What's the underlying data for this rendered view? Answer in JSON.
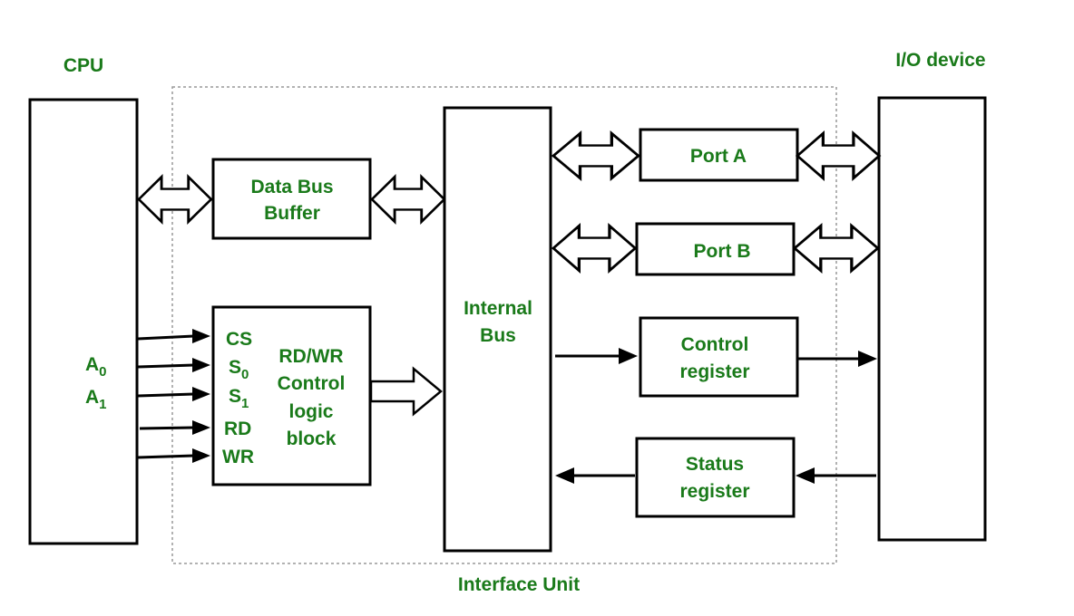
{
  "colors": {
    "label": "#1a7a1a",
    "stroke": "#000000",
    "frame": "#999999",
    "background": "#ffffff"
  },
  "cpu": {
    "title": "CPU",
    "pin_a0": "A",
    "pin_a0_sub": "0",
    "pin_a1": "A",
    "pin_a1_sub": "1"
  },
  "io": {
    "title": "I/O device"
  },
  "interface_unit": {
    "label": "Interface Unit"
  },
  "data_bus_buffer": {
    "line1": "Data Bus",
    "line2": "Buffer"
  },
  "control_logic": {
    "signals": {
      "cs": "CS",
      "s0": "S",
      "s0_sub": "0",
      "s1": "S",
      "s1_sub": "1",
      "rd": "RD",
      "wr": "WR"
    },
    "line1": "RD/WR",
    "line2": "Control",
    "line3": "logic",
    "line4": "block"
  },
  "internal_bus": {
    "line1": "Internal",
    "line2": "Bus"
  },
  "port_a": {
    "label": "Port A"
  },
  "port_b": {
    "label": "Port B"
  },
  "control_register": {
    "line1": "Control",
    "line2": "register"
  },
  "status_register": {
    "line1": "Status",
    "line2": "register"
  }
}
